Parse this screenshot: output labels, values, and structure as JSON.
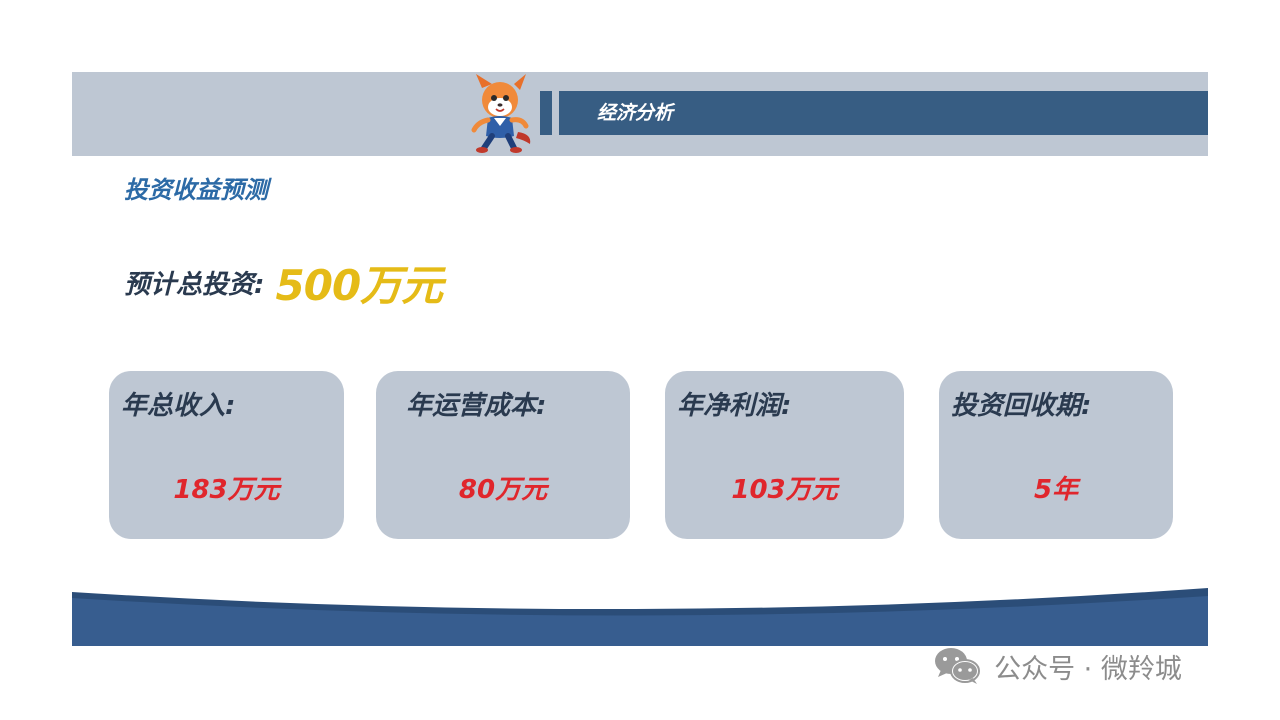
{
  "header": {
    "title": "经济分析",
    "mascot_icon": "fox-mascot-icon"
  },
  "section": {
    "heading": "投资收益预测"
  },
  "total_investment": {
    "label": "预计总投资:",
    "value": "500万元"
  },
  "cards": [
    {
      "label": "年总收入:",
      "value": "183万元"
    },
    {
      "label": "年运营成本:",
      "value": "80万元"
    },
    {
      "label": "年净利润:",
      "value": "103万元"
    },
    {
      "label": "投资回收期:",
      "value": "5年"
    }
  ],
  "watermark": {
    "icon": "wechat-icon",
    "text": "公众号 · 微羚城"
  },
  "colors": {
    "header_band": "#bec7d3",
    "title_bar": "#375d83",
    "heading_blue": "#2c6aa6",
    "total_value_yellow": "#e5bb17",
    "card_value_red": "#e0262c",
    "card_background": "#bec7d3",
    "footer_blue": "#375d83"
  }
}
